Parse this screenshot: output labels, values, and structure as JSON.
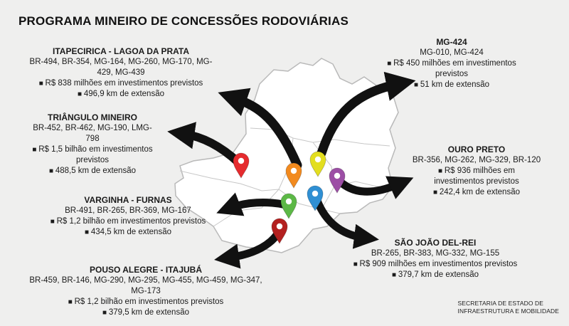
{
  "title": "PROGRAMA MINEIRO DE CONCESSÕES RODOVIÁRIAS",
  "credit": [
    "SECRETARIA DE ESTADO DE",
    "INFRAESTRUTURA E MOBILIDADE"
  ],
  "regions": [
    {
      "key": "itapecirica",
      "name": "ITAPECIRICA - LAGOA DA PRATA",
      "roads": [
        "BR-494, BR-354, MG-164, MG-260, MG-170, MG-429, MG-439"
      ],
      "investment": [
        "R$ 838 milhões em investimentos previstos"
      ],
      "extension": "496,9 km de extensão",
      "pin_color": "#f28a1e"
    },
    {
      "key": "triangulo",
      "name": "TRIÂNGULO MINEIRO",
      "roads": [
        "BR-452, BR-462, MG-190, LMG-798"
      ],
      "investment": [
        "R$ 1,5 bilhão em investimentos",
        "previstos"
      ],
      "extension": "488,5 km de extensão",
      "pin_color": "#e52b2e"
    },
    {
      "key": "varginha",
      "name": "VARGINHA - FURNAS",
      "roads": [
        "BR-491, BR-265, BR-369, MG-167"
      ],
      "investment": [
        "R$ 1,2 bilhão em investimentos previstos"
      ],
      "extension": "434,5 km de extensão",
      "pin_color": "#5cb846"
    },
    {
      "key": "pouso-alegre",
      "name": "POUSO ALEGRE - ITAJUBÁ",
      "roads": [
        "BR-459, BR-146, MG-290, MG-295, MG-455, MG-459, MG-347, MG-173"
      ],
      "investment": [
        "R$ 1,2 bilhão em investimentos previstos"
      ],
      "extension": "379,5 km de extensão",
      "pin_color": "#b3201f"
    },
    {
      "key": "mg424",
      "name": "MG-424",
      "roads": [
        "MG-010, MG-424"
      ],
      "investment": [
        "R$ 450 milhões em investimentos previstos"
      ],
      "extension": "51 km de extensão",
      "pin_color": "#e3de1f"
    },
    {
      "key": "ouro-preto",
      "name": "OURO PRETO",
      "roads": [
        "BR-356, MG-262, MG-329, BR-120"
      ],
      "investment": [
        "R$ 936 milhões em",
        "investimentos previstos"
      ],
      "extension": "242,4 km de extensão",
      "pin_color": "#9c4ea5"
    },
    {
      "key": "sao-joao",
      "name": "SÃO JOÃO DEL-REI",
      "roads": [
        "BR-265, BR-383, MG-332, MG-155"
      ],
      "investment": [
        "R$ 909 milhões em investimentos previstos"
      ],
      "extension": "379,7 km de extensão",
      "pin_color": "#2f8fd3"
    }
  ]
}
